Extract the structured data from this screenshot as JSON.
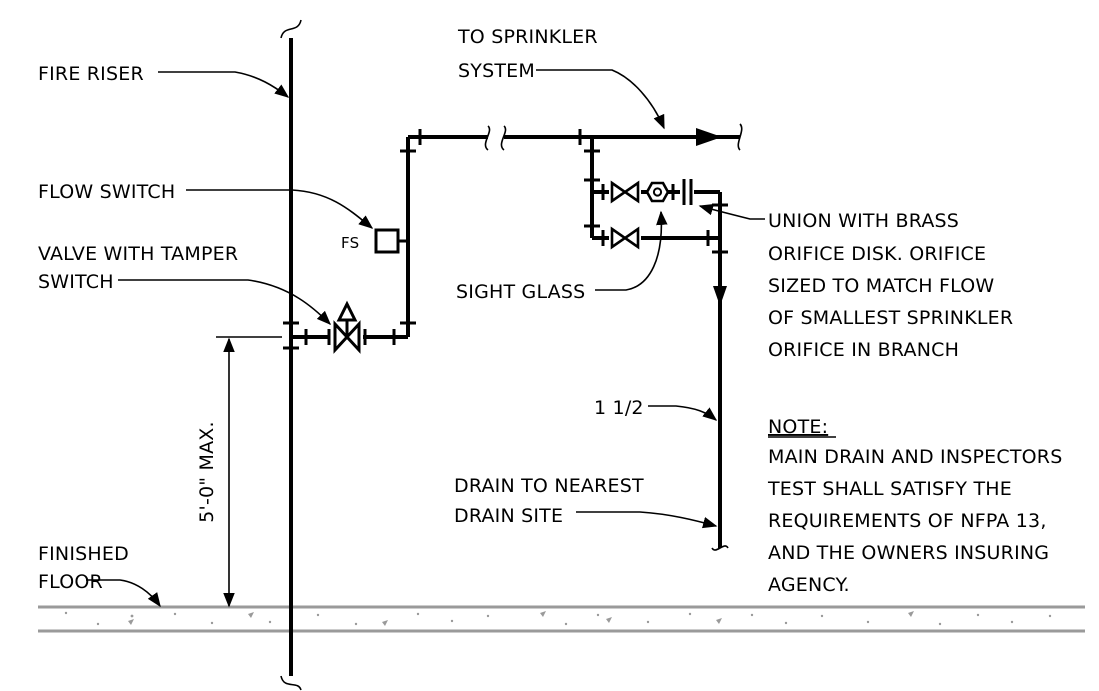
{
  "labels": {
    "fire_riser": "FIRE RISER",
    "to_sprinkler_1": "TO SPRINKLER",
    "to_sprinkler_2": "SYSTEM",
    "flow_switch": "FLOW SWITCH",
    "fs": "FS",
    "valve_tamper_1": "VALVE WITH TAMPER",
    "valve_tamper_2": "SWITCH",
    "sight_glass": "SIGHT GLASS",
    "union_1": "UNION WITH BRASS",
    "union_2": "ORIFICE DISK. ORIFICE",
    "union_3": "SIZED TO MATCH FLOW",
    "union_4": "OF SMALLEST SPRINKLER",
    "union_5": "ORIFICE IN BRANCH",
    "dimension": "5'-0\" MAX.",
    "pipe_size": "1 1/2",
    "drain_1": "DRAIN TO NEAREST",
    "drain_2": "DRAIN SITE",
    "finished_1": "FINISHED",
    "finished_2": "FLOOR",
    "note_title": "NOTE:",
    "note_1": "MAIN DRAIN AND INSPECTORS",
    "note_2": "TEST SHALL SATISFY THE",
    "note_3": "REQUIREMENTS OF NFPA 13,",
    "note_4": "AND THE OWNERS INSURING",
    "note_5": "AGENCY."
  }
}
